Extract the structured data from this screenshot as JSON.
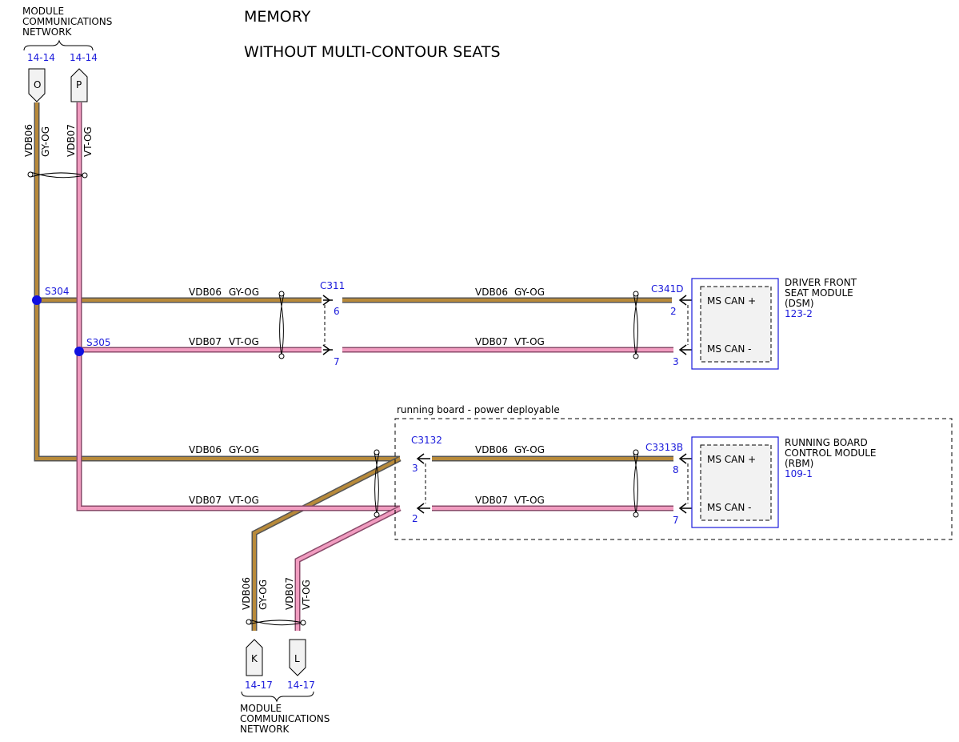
{
  "title": {
    "line1": "MEMORY",
    "line2": "WITHOUT MULTI-CONTOUR SEATS"
  },
  "network_top": {
    "label": [
      "MODULE",
      "COMMUNICATIONS",
      "NETWORK"
    ],
    "refs": [
      "14-14",
      "14-14"
    ],
    "connectors": [
      "O",
      "P"
    ]
  },
  "network_bottom": {
    "label": [
      "MODULE",
      "COMMUNICATIONS",
      "NETWORK"
    ],
    "refs": [
      "14-17",
      "14-17"
    ],
    "connectors": [
      "K",
      "L"
    ]
  },
  "wires": {
    "vdb06": {
      "circuit": "VDB06",
      "color_code": "GY-OG",
      "colors": [
        "#9a9a9a",
        "#b07a1a"
      ]
    },
    "vdb07": {
      "circuit": "VDB07",
      "color_code": "VT-OG",
      "colors": [
        "#c890c8",
        "#f0a0c0"
      ]
    }
  },
  "splices": [
    "S304",
    "S305"
  ],
  "connectors": {
    "c311": {
      "name": "C311",
      "pins": [
        "6",
        "7"
      ]
    },
    "c341d": {
      "name": "C341D",
      "pins": [
        "2",
        "3"
      ]
    },
    "c3132": {
      "name": "C3132",
      "pins": [
        "3",
        "2"
      ]
    },
    "c3313b": {
      "name": "C3313B",
      "pins": [
        "8",
        "7"
      ]
    }
  },
  "dsm": {
    "name": [
      "DRIVER FRONT",
      "SEAT MODULE",
      "(DSM)"
    ],
    "ref": "123-2",
    "pins": [
      "MS CAN +",
      "MS CAN -"
    ]
  },
  "rbm": {
    "name": [
      "RUNNING BOARD",
      "CONTROL MODULE",
      "(RBM)"
    ],
    "ref": "109-1",
    "pins": [
      "MS CAN +",
      "MS CAN -"
    ]
  },
  "option_box_label": "running board - power deployable",
  "colors": {
    "ref_blue": "#1a1adb",
    "module_border": "#1a1adb",
    "module_fill": "#f2f2f2"
  }
}
